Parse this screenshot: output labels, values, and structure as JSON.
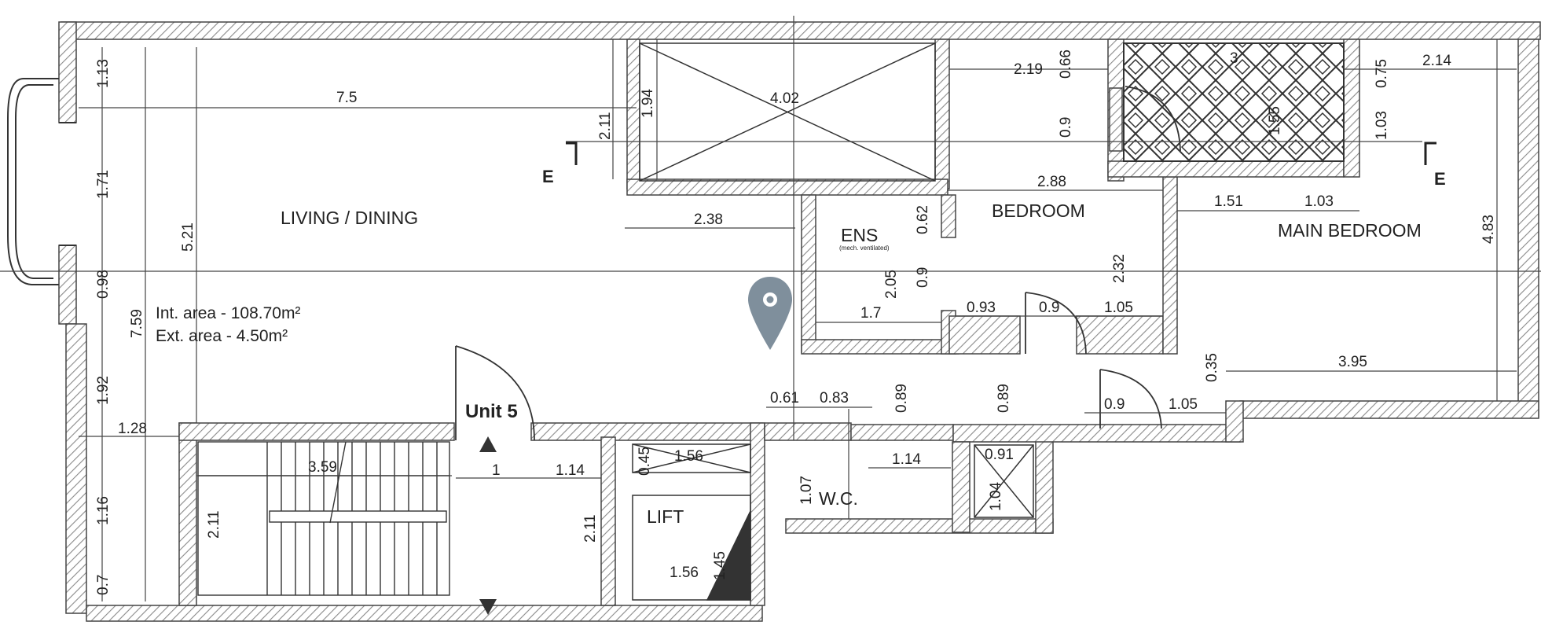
{
  "plan": {
    "rooms": {
      "living": "LIVING / DINING",
      "bedroom": "BEDROOM",
      "main_bedroom": "MAIN BEDROOM",
      "ens": "ENS",
      "ens_note": "(mech. ventilated)",
      "wc": "W.C.",
      "lift": "LIFT"
    },
    "unit_label": "Unit 5",
    "int_area": "Int. area -  108.70m²",
    "ext_area": "Ext. area - 4.50m²",
    "section_marks": {
      "left": "E",
      "right": "E"
    },
    "dims": {
      "d_1_13": "1.13",
      "d_1_71": "1.71",
      "d_0_98": "0.98",
      "d_1_92": "1.92",
      "d_1_16": "1.16",
      "d_0_7": "0.7",
      "d_7_59": "7.59",
      "d_5_21": "5.21",
      "d_7_5": "7.5",
      "d_1_28": "1.28",
      "d_2_11_a": "2.11",
      "d_1_94": "1.94",
      "d_4_02": "4.02",
      "d_2_38": "2.38",
      "d_2_19": "2.19",
      "d_0_66": "0.66",
      "d_0_9_a": "0.9",
      "d_3": "3",
      "d_1_55": "1.55",
      "d_0_75": "0.75",
      "d_2_14": "2.14",
      "d_1_03_a": "1.03",
      "d_2_88": "2.88",
      "d_1_51": "1.51",
      "d_1_03_b": "1.03",
      "d_4_83": "4.83",
      "d_0_62": "0.62",
      "d_2_05": "2.05",
      "d_0_9_b": "0.9",
      "d_2_32": "2.32",
      "d_1_7": "1.7",
      "d_0_93": "0.93",
      "d_0_9_c": "0.9",
      "d_1_05_a": "1.05",
      "d_0_89_a": "0.89",
      "d_0_89_b": "0.89",
      "d_0_35": "0.35",
      "d_3_95": "3.95",
      "d_0_61": "0.61",
      "d_0_83": "0.83",
      "d_0_9_d": "0.9",
      "d_1_05_b": "1.05",
      "d_3_59": "3.59",
      "d_2_11_b": "2.11",
      "d_1": "1",
      "d_1_14_a": "1.14",
      "d_2_11_c": "2.11",
      "d_0_45": "0.45",
      "d_1_56_a": "1.56",
      "d_1_45": "1.45",
      "d_1_56_b": "1.56",
      "d_1_07": "1.07",
      "d_1_14_b": "1.14",
      "d_0_91": "0.91",
      "d_1_04": "1.04"
    }
  },
  "colors": {
    "wall": "#555555",
    "line": "#444444",
    "pin": "#7f8f9c",
    "text": "#222222"
  }
}
